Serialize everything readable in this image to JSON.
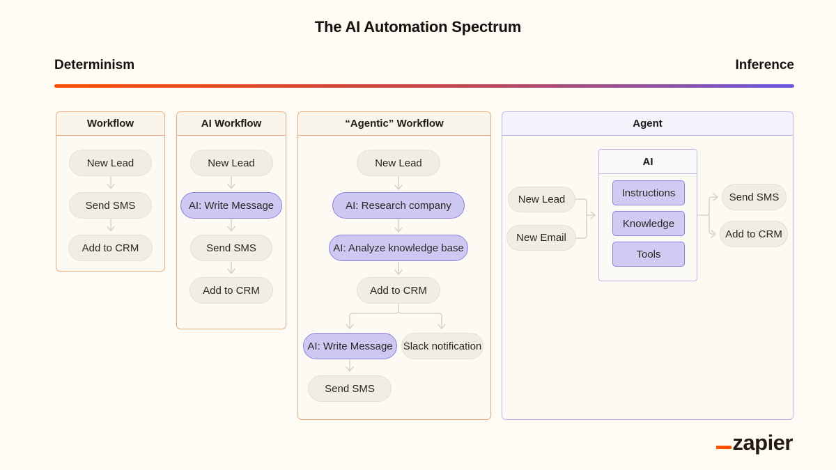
{
  "title": "The AI Automation Spectrum",
  "spectrum": {
    "left_label": "Determinism",
    "right_label": "Inference",
    "gradient_start_color": "#FF4D00",
    "gradient_end_color": "#6A58DF"
  },
  "panels": [
    {
      "title": "Workflow",
      "theme": "orange",
      "nodes": [
        {
          "label": "New Lead",
          "type": "step"
        },
        {
          "label": "Send SMS",
          "type": "step"
        },
        {
          "label": "Add to CRM",
          "type": "step"
        }
      ]
    },
    {
      "title": "AI Workflow",
      "theme": "orange",
      "nodes": [
        {
          "label": "New Lead",
          "type": "step"
        },
        {
          "label": "AI: Write Message",
          "type": "ai"
        },
        {
          "label": "Send SMS",
          "type": "step"
        },
        {
          "label": "Add to CRM",
          "type": "step"
        }
      ]
    },
    {
      "title": "“Agentic” Workflow",
      "theme": "orange",
      "chain": [
        {
          "label": "New Lead",
          "type": "step"
        },
        {
          "label": "AI: Research company",
          "type": "ai"
        },
        {
          "label": "AI: Analyze knowledge base",
          "type": "ai"
        },
        {
          "label": "Add to CRM",
          "type": "step"
        }
      ],
      "branch_left": {
        "label": "AI: Write Message",
        "type": "ai"
      },
      "branch_right": {
        "label": "Slack notification",
        "type": "step"
      },
      "branch_left_child": {
        "label": "Send SMS",
        "type": "step"
      }
    },
    {
      "title": "Agent",
      "theme": "purple",
      "triggers": [
        {
          "label": "New Lead"
        },
        {
          "label": "New Email"
        }
      ],
      "ai_box": {
        "title": "AI",
        "components": [
          {
            "label": "Instructions"
          },
          {
            "label": "Knowledge"
          },
          {
            "label": "Tools"
          }
        ]
      },
      "actions": [
        {
          "label": "Send SMS"
        },
        {
          "label": "Add to CRM"
        }
      ]
    }
  ],
  "colors": {
    "background": "#FDFBF4",
    "panel_border_orange": "#EAAB7E",
    "panel_border_purple": "#BBB4E8",
    "step_node_fill": "#F0EDE4",
    "step_node_border": "#E4E0D4",
    "ai_node_fill": "#CEC9F3",
    "ai_node_border": "#8D82E2",
    "connector": "#D8D4C7",
    "text": "#1D1915",
    "logo_orange": "#FF4F00"
  },
  "logo": {
    "text": "zapier"
  }
}
